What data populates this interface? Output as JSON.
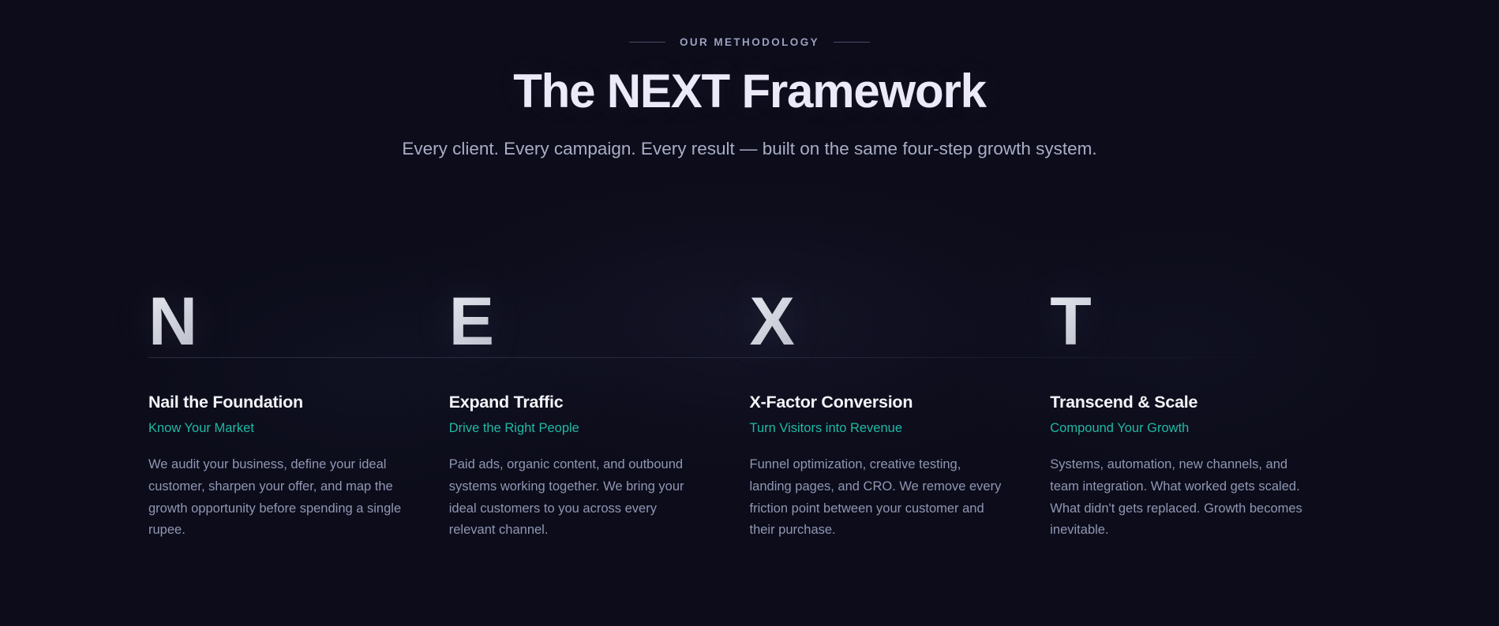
{
  "theme": {
    "background": "#0c0c1a",
    "title_color": "#eceaf8",
    "subtitle_color": "#a9aec6",
    "accent_teal": "#1fb9a3",
    "eyebrow_color": "#9aa0bd",
    "body_color": "#9097b3",
    "letter_gradient_from": "#e6e8ef",
    "letter_gradient_to": "#63667a"
  },
  "header": {
    "eyebrow": "OUR METHODOLOGY",
    "title": "The NEXT Framework",
    "subtitle": "Every client. Every campaign. Every result — built on the same four-step growth system."
  },
  "steps": [
    {
      "letter": "N",
      "title": "Nail the Foundation",
      "subtitle": "Know Your Market",
      "description": "We audit your business, define your ideal customer, sharpen your offer, and map the growth opportunity before spending a single rupee."
    },
    {
      "letter": "E",
      "title": "Expand Traffic",
      "subtitle": "Drive the Right People",
      "description": "Paid ads, organic content, and outbound systems working together. We bring your ideal customers to you across every relevant channel."
    },
    {
      "letter": "X",
      "title": "X-Factor Conversion",
      "subtitle": "Turn Visitors into Revenue",
      "description": "Funnel optimization, creative testing, landing pages, and CRO. We remove every friction point between your customer and their purchase."
    },
    {
      "letter": "T",
      "title": "Transcend & Scale",
      "subtitle": "Compound Your Growth",
      "description": "Systems, automation, new channels, and team integration. What worked gets scaled. What didn't gets replaced. Growth becomes inevitable."
    }
  ]
}
